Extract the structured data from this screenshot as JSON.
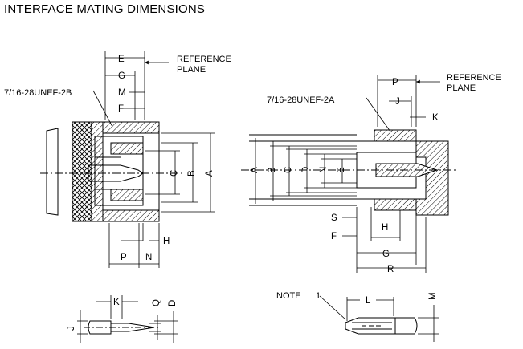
{
  "title": "INTERFACE MATING DIMENSIONS",
  "left_view": {
    "thread_callout": "7/16-28UNEF-2B",
    "reference_plane": [
      "REFERENCE",
      "PLANE"
    ],
    "dims_top": [
      "E",
      "G",
      "M",
      "F"
    ],
    "dims_side": [
      "C",
      "B",
      "A"
    ],
    "dims_bottom": [
      "P",
      "N",
      "H"
    ]
  },
  "right_view": {
    "thread_callout": "7/16-28UNEF-2A",
    "reference_plane": [
      "REFERENCE",
      "PLANE"
    ],
    "dims_top": [
      "P",
      "J",
      "K"
    ],
    "dims_side": [
      "A",
      "B",
      "C",
      "D",
      "N",
      "E"
    ],
    "dims_bottom": [
      "S",
      "H",
      "F",
      "G",
      "R"
    ]
  },
  "pin_detail": {
    "dims": [
      "K",
      "Q",
      "D",
      "J"
    ]
  },
  "socket_detail": {
    "note": "NOTE",
    "note_number": "1",
    "dims": [
      "L",
      "M"
    ]
  }
}
